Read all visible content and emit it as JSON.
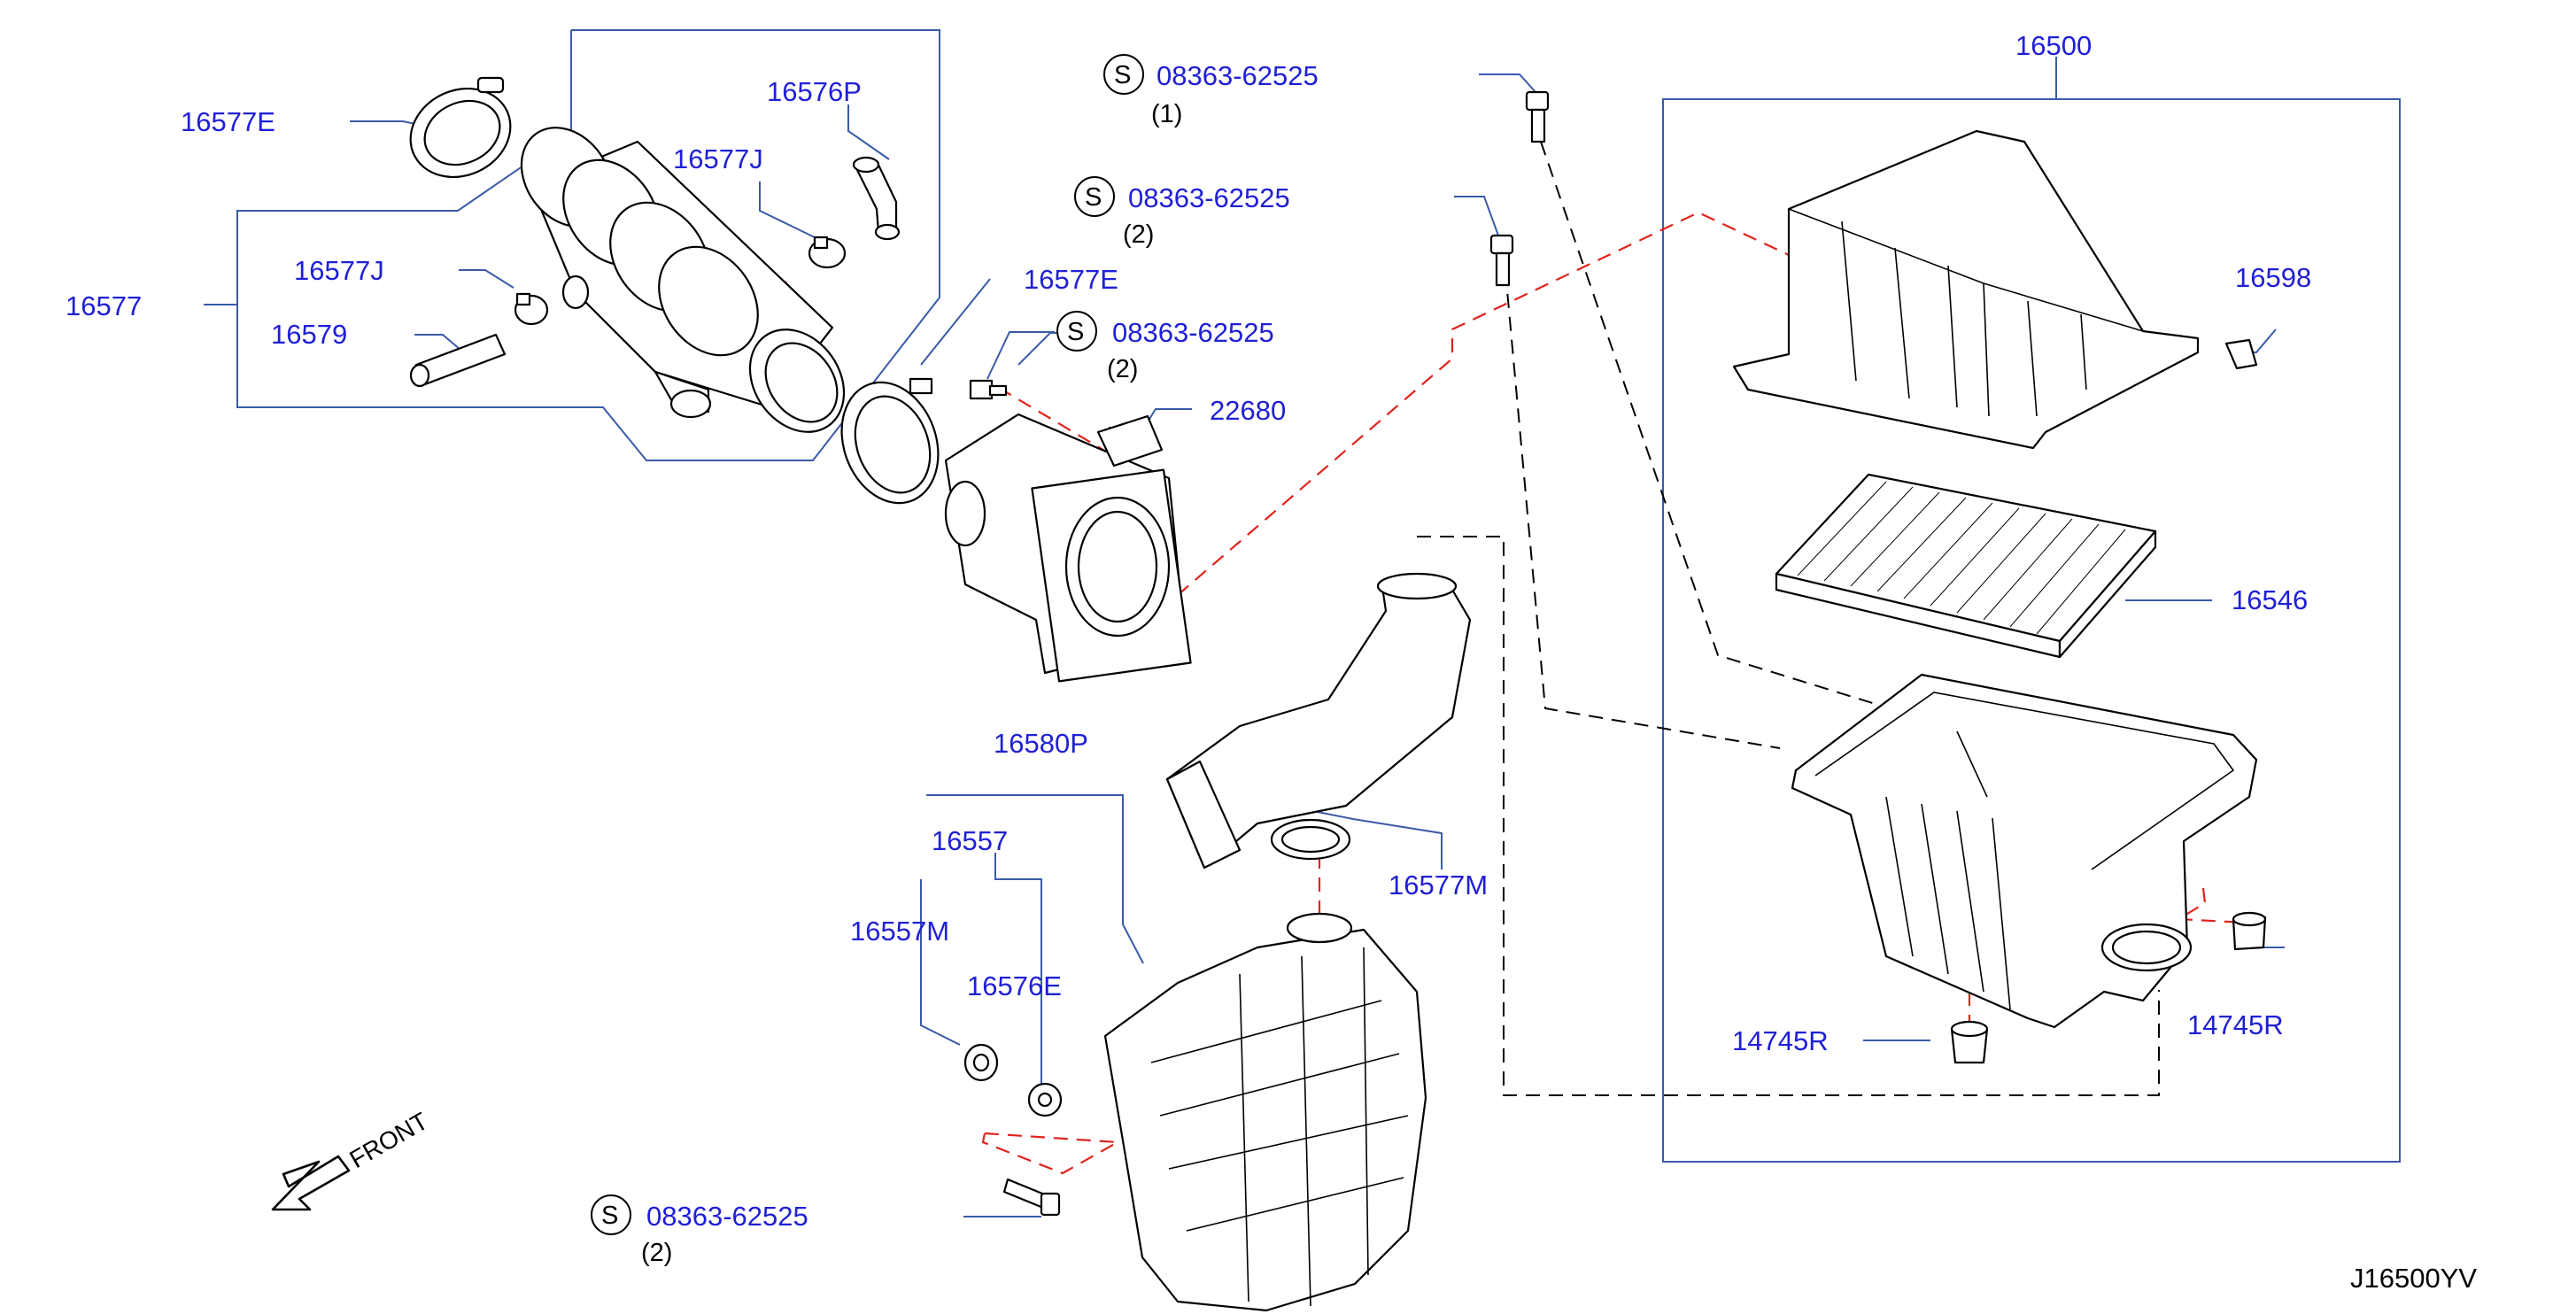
{
  "diagram": {
    "labels": {
      "p16500": "16500",
      "p16577e_top": "16577E",
      "p16576p": "16576P",
      "p16577j_top": "16577J",
      "p16577j_mid": "16577J",
      "p16577": "16577",
      "p16579": "16579",
      "p16577e_mid": "16577E",
      "p22680": "22680",
      "p16598": "16598",
      "p16546": "16546",
      "p16580p": "16580P",
      "p16557": "16557",
      "p16557m": "16557M",
      "p16576e": "16576E",
      "p16577m": "16577M",
      "p14745r_left": "14745R",
      "p14745r_right": "14745R"
    },
    "screws": [
      {
        "symbol": "S",
        "part": "08363-62525",
        "qty": "(1)"
      },
      {
        "symbol": "S",
        "part": "08363-62525",
        "qty": "(2)"
      },
      {
        "symbol": "S",
        "part": "08363-62525",
        "qty": "(2)"
      },
      {
        "symbol": "S",
        "part": "08363-62525",
        "qty": "(2)"
      }
    ],
    "front_label": "FRONT",
    "diagram_code": "J16500YV",
    "colors": {
      "label_blue": "#1f1fd6",
      "leader_blue": "#3a5aa8",
      "dash_red": "#e0231c"
    }
  }
}
